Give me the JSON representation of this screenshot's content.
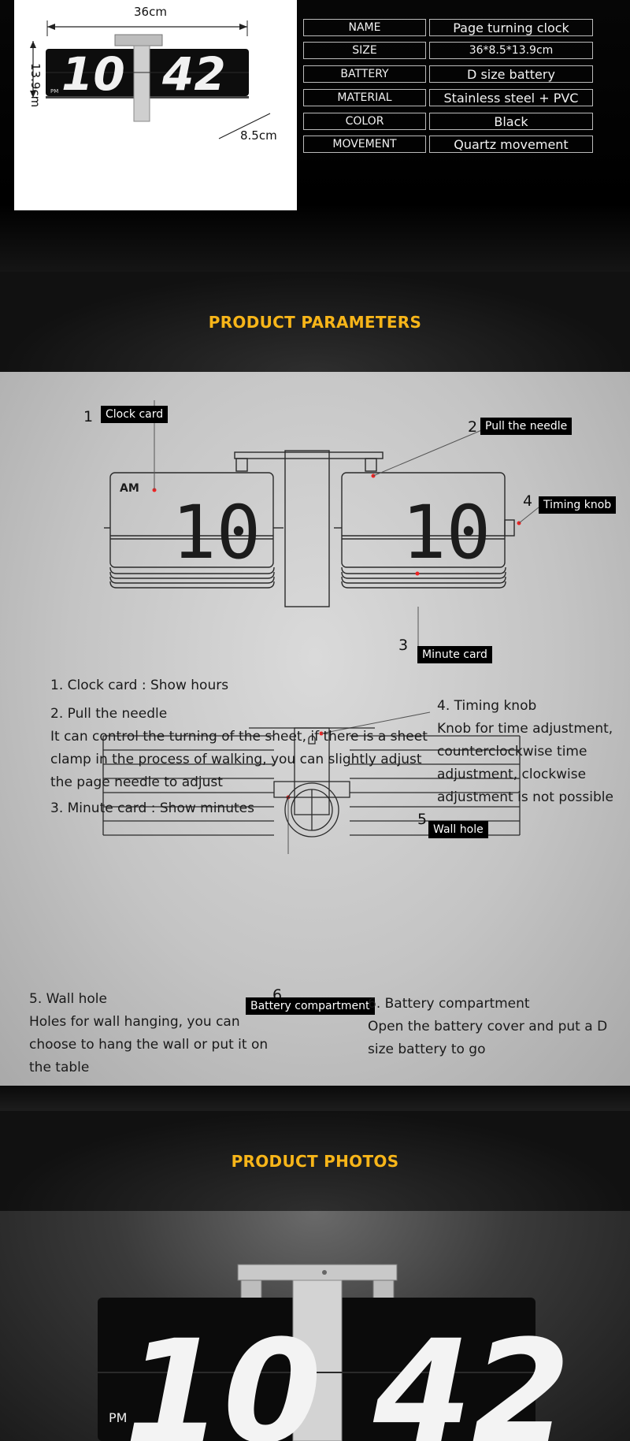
{
  "spec": {
    "dimensions": {
      "width": "36cm",
      "height": "13.9cm",
      "depth": "8.5cm"
    },
    "photo_clock": {
      "hour": "10",
      "minute": "42",
      "period": "PM"
    },
    "rows": [
      {
        "key": "NAME",
        "value": "Page turning clock"
      },
      {
        "key": "SIZE",
        "value": "36*8.5*13.9cm"
      },
      {
        "key": "BATTERY",
        "value": "D size battery"
      },
      {
        "key": "MATERIAL",
        "value": "Stainless steel + PVC"
      },
      {
        "key": "COLOR",
        "value": "Black"
      },
      {
        "key": "MOVEMENT",
        "value": "Quartz movement"
      }
    ]
  },
  "parameters": {
    "heading": "PRODUCT PARAMETERS",
    "diagram_top": {
      "period": "AM",
      "hour": "10",
      "minute": "10"
    },
    "callouts": [
      {
        "num": "1",
        "label": "Clock card"
      },
      {
        "num": "2",
        "label": "Pull the needle"
      },
      {
        "num": "3",
        "label": "Minute card"
      },
      {
        "num": "4",
        "label": "Timing knob"
      },
      {
        "num": "5",
        "label": "Wall hole"
      },
      {
        "num": "6",
        "label": "Battery compartment"
      }
    ],
    "descriptions": {
      "d1_title": "1. Clock card : Show hours",
      "d2_title": "2. Pull the needle",
      "d2_l1": "It can control the turning of the sheet, if there is a sheet",
      "d2_l2": "clamp in the process of walking, you can slightly adjust",
      "d2_l3": "the page needle to adjust",
      "d3_title": "3. Minute card : Show minutes",
      "d4_title": "4. Timing knob",
      "d4_l1": "Knob for time adjustment,",
      "d4_l2": "counterclockwise time",
      "d4_l3": "adjustment, clockwise",
      "d4_l4": "adjustment is not possible",
      "d5_title": "5. Wall hole",
      "d5_l1": "Holes for wall hanging, you can",
      "d5_l2": "choose to hang the wall or put it on",
      "d5_l3": "the table",
      "d6_title": "6. Battery compartment",
      "d6_l1": "Open the battery cover and put a D",
      "d6_l2": "size battery to go"
    }
  },
  "photos": {
    "heading": "PRODUCT PHOTOS",
    "clock": {
      "hour": "10",
      "minute": "42",
      "period": "PM"
    }
  }
}
